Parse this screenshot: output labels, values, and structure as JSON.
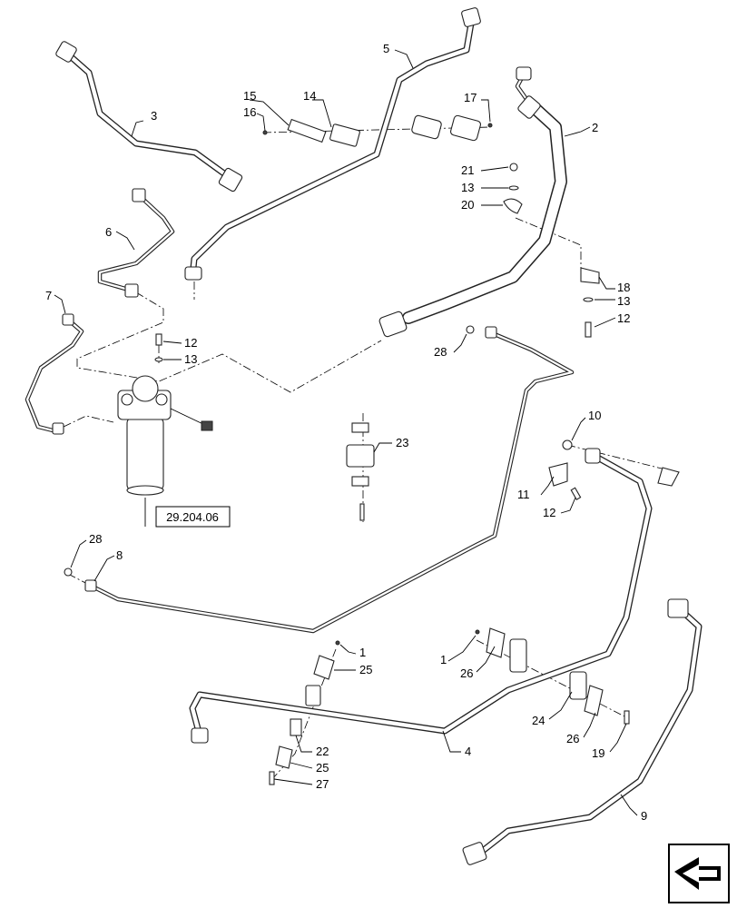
{
  "callouts": {
    "c1a": "1",
    "c1b": "1",
    "c2": "2",
    "c3": "3",
    "c4": "4",
    "c5": "5",
    "c6": "6",
    "c7": "7",
    "c8": "8",
    "c9": "9",
    "c10": "10",
    "c11": "11",
    "c12a": "12",
    "c12b": "12",
    "c12c": "12",
    "c13a": "13",
    "c13b": "13",
    "c13c": "13",
    "c14": "14",
    "c15": "15",
    "c16": "16",
    "c17": "17",
    "c18": "18",
    "c19": "19",
    "c20": "20",
    "c21": "21",
    "c22": "22",
    "c23": "23",
    "c24": "24",
    "c25a": "25",
    "c25b": "25",
    "c26a": "26",
    "c26b": "26",
    "c27": "27",
    "c28a": "28",
    "c28b": "28"
  },
  "reference": {
    "label": "29.204.06"
  },
  "nav": {
    "icon": "next-page-arrow-icon"
  }
}
